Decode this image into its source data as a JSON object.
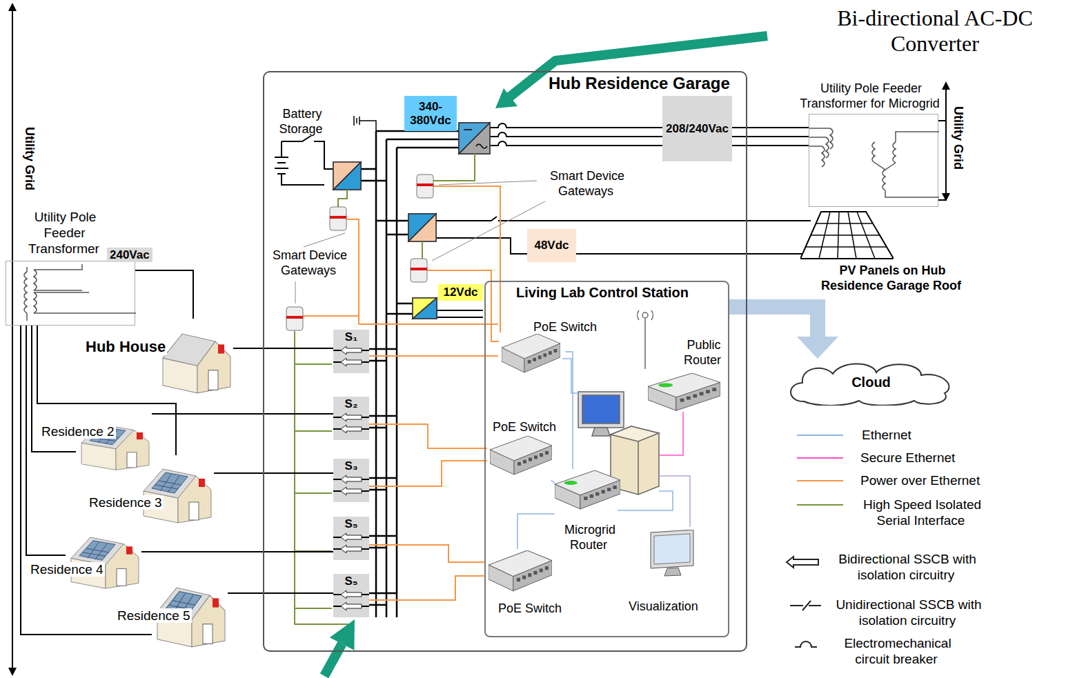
{
  "diagram": {
    "nodes": [
      {
        "text": [
          "Hub Residence Garage"
        ]
      },
      {
        "text": [
          "340-380Vdc"
        ],
        "in": 0
      },
      {
        "text": [
          "208/240Vac"
        ],
        "in": 0
      },
      {
        "text": [
          "48Vdc"
        ],
        "in": 0
      },
      {
        "text": [
          "12Vdc"
        ],
        "in": 0
      },
      {
        "text": [
          "Living Lab Control Station"
        ],
        "in": 0
      },
      {
        "text": [
          "PoE Switch"
        ],
        "in": 5
      },
      {
        "text": [
          "Public Router"
        ],
        "in": 5
      },
      {
        "text": [
          "PoE Switch"
        ],
        "in": 5
      },
      {
        "text": [
          "Microgrid Router"
        ],
        "in": 5
      },
      {
        "text": [
          "PoE Switch"
        ],
        "in": 5
      },
      {
        "text": [
          "Visualization"
        ],
        "in": 5
      },
      {
        "text": [
          "S₁"
        ],
        "in": 0
      },
      {
        "text": [
          "S₂"
        ],
        "in": 0
      },
      {
        "text": [
          "S₃"
        ],
        "in": 0
      },
      {
        "text": [
          "S₅"
        ],
        "in": 0
      },
      {
        "text": [
          "S₅"
        ],
        "in": 0
      },
      {
        "text": [
          "Hub House"
        ]
      },
      {
        "text": [
          "Residence 2"
        ]
      },
      {
        "text": [
          "Residence 3"
        ]
      },
      {
        "text": [
          "Residence 4"
        ]
      },
      {
        "text": [
          "Residence 5"
        ]
      },
      {
        "text": [
          "Utility Pole Feeder Transformer"
        ]
      },
      {
        "text": [
          "Utility Pole Feeder Transformer for Microgrid"
        ]
      },
      {
        "text": [
          "PV Panels on Hub Residence Garage Roof"
        ]
      },
      {
        "text": [
          "Cloud"
        ]
      }
    ],
    "edges": [
      {
        "from": 17,
        "to": 12,
        "arrow": "none"
      },
      {
        "from": 18,
        "to": 13,
        "arrow": "none"
      },
      {
        "from": 19,
        "to": 14,
        "arrow": "none"
      },
      {
        "from": 20,
        "to": 15,
        "arrow": "none"
      },
      {
        "from": 21,
        "to": 16,
        "arrow": "none"
      },
      {
        "from": 22,
        "to": 17,
        "arrow": "none"
      },
      {
        "from": 22,
        "to": 18,
        "arrow": "none"
      },
      {
        "from": 22,
        "to": 19,
        "arrow": "none"
      },
      {
        "from": 22,
        "to": 20,
        "arrow": "none"
      },
      {
        "from": 22,
        "to": 21,
        "arrow": "none"
      },
      {
        "from": 5,
        "to": 25,
        "arrow": "to"
      },
      {
        "from": 9,
        "to": 6,
        "arrow": "none"
      },
      {
        "from": 9,
        "to": 8,
        "arrow": "none"
      },
      {
        "from": 9,
        "to": 10,
        "arrow": "none"
      }
    ],
    "labels": [
      "Bi-directional AC-DC Converter",
      "Battery Storage",
      "Smart Device Gateways",
      "Smart Device Gateways",
      "Utility Grid",
      "Utility Grid",
      "240Vac"
    ],
    "legend": [
      {
        "text": "Ethernet"
      },
      {
        "text": "Secure Ethernet"
      },
      {
        "text": "Power over Ethernet"
      },
      {
        "text": "High Speed Isolated Serial Interface"
      },
      {
        "text": "Bidirectional SSCB with isolation circuitry"
      },
      {
        "text": "Unidirectional SSCB with isolation circuitry"
      },
      {
        "text": "Electromechanical circuit breaker"
      }
    ]
  }
}
